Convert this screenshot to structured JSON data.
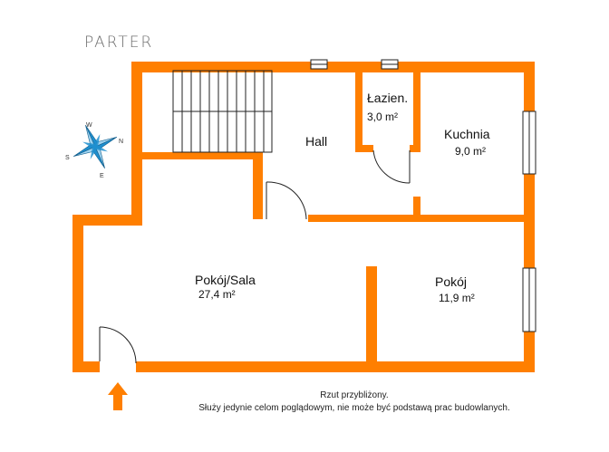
{
  "title": "PARTER",
  "colors": {
    "wall": "#FF7F00",
    "compass": "#1E8FCF",
    "line": "#222222"
  },
  "rooms": [
    {
      "id": "hall",
      "name": "Hall",
      "area": ""
    },
    {
      "id": "lazienka",
      "name": "Łazien.",
      "area": "3,0 m²"
    },
    {
      "id": "kuchnia",
      "name": "Kuchnia",
      "area": "9,0 m²"
    },
    {
      "id": "pokoj-sala",
      "name": "Pokój/Sala",
      "area": "27,4 m²"
    },
    {
      "id": "pokoj",
      "name": "Pokój",
      "area": "11,9 m²"
    }
  ],
  "compass": {
    "n": "N",
    "s": "S",
    "e": "E",
    "w": "W"
  },
  "note": {
    "line1": "Rzut przybliżony.",
    "line2": "Służy jedynie celom poglądowym, nie może być podstawą prac budowlanych."
  },
  "icons": {
    "entrance": "entrance-arrow-icon",
    "compass": "compass-rose-icon"
  }
}
